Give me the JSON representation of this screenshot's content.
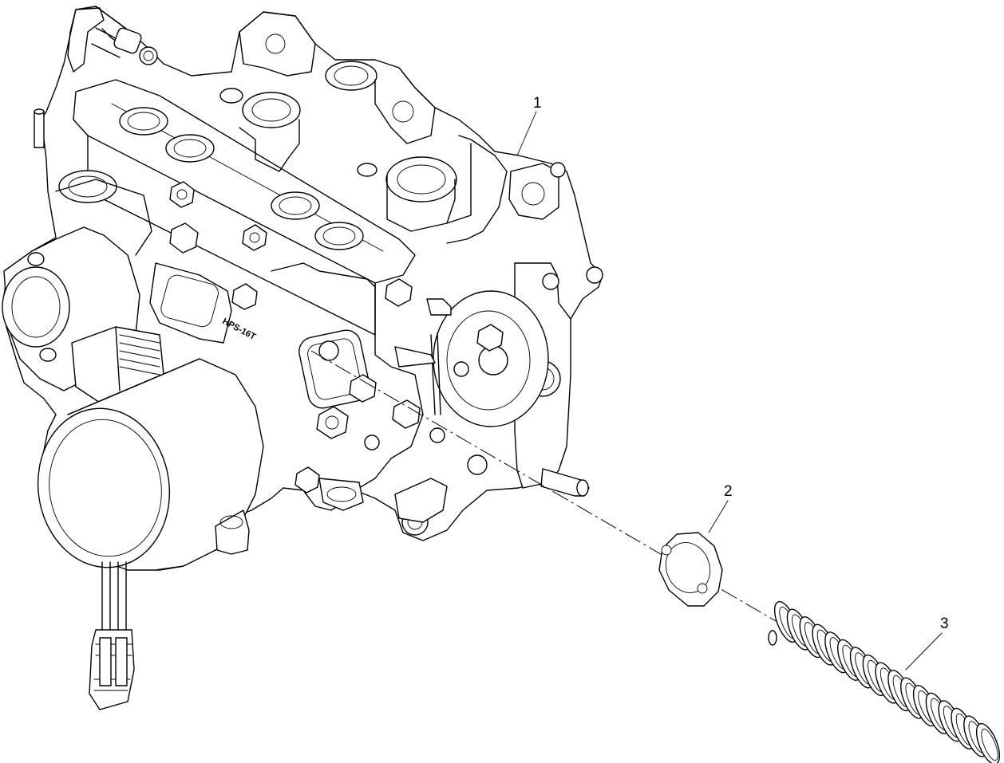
{
  "callouts": [
    {
      "id": "1",
      "label": "1"
    },
    {
      "id": "2",
      "label": "2"
    },
    {
      "id": "3",
      "label": "3"
    }
  ],
  "stamp_text": "HPS-16T",
  "colors": {
    "line": "#000000",
    "background": "#ffffff"
  }
}
